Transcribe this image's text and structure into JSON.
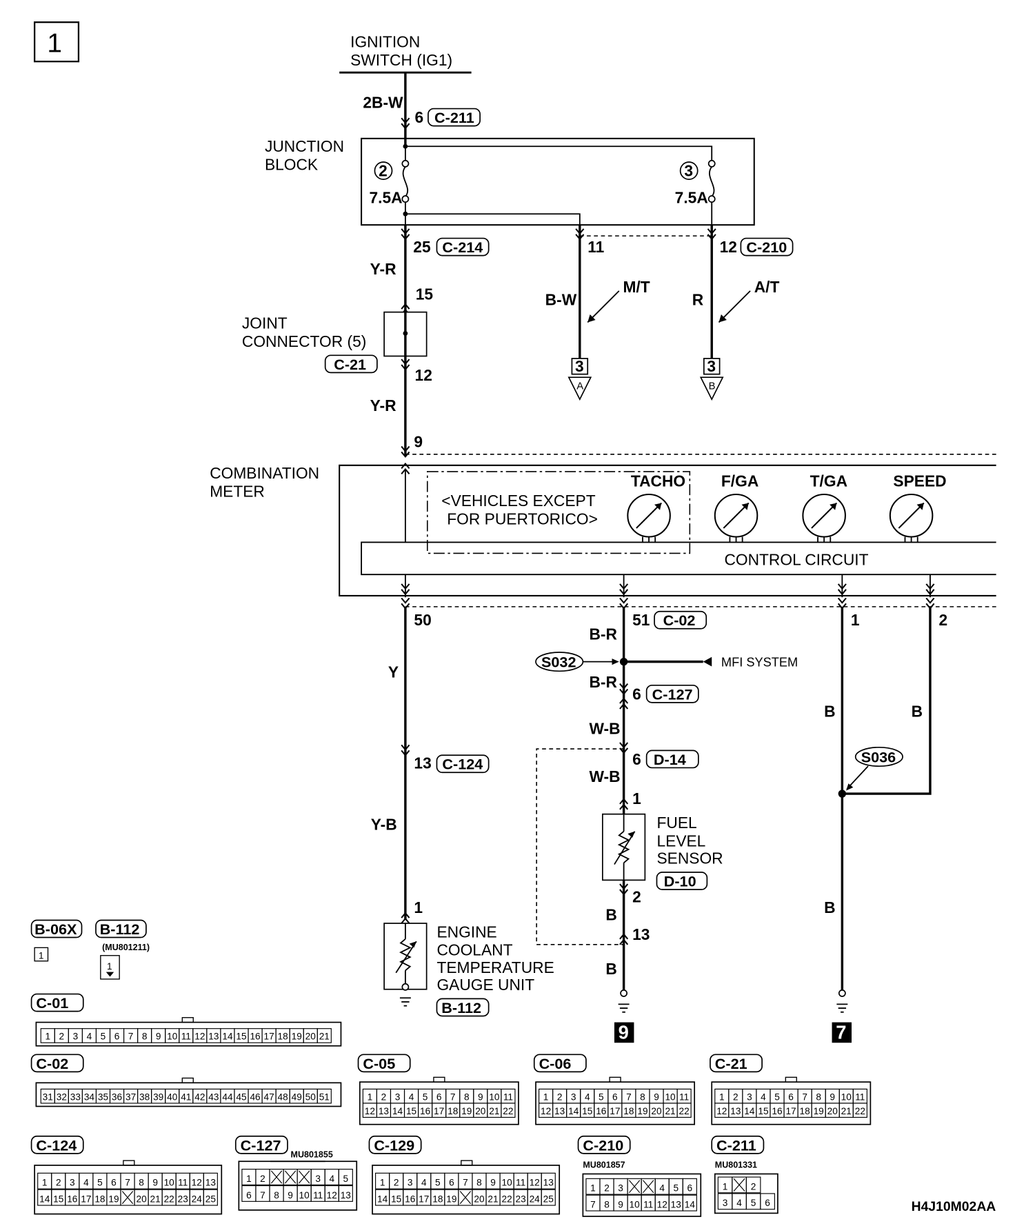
{
  "page_number": "1",
  "drawing_code": "H4J10M02AA",
  "ignition": {
    "line1": "IGNITION",
    "line2": "SWITCH (IG1)"
  },
  "wires": {
    "w_2bw": "2B-W",
    "w_yr1": "Y-R",
    "w_yr2": "Y-R",
    "w_bw": "B-W",
    "w_r": "R",
    "w_y": "Y",
    "w_br1": "B-R",
    "w_br2": "B-R",
    "w_wb1": "W-B",
    "w_wb2": "W-B",
    "w_yb": "Y-B",
    "w_b1": "B",
    "w_b2": "B",
    "w_b3": "B",
    "w_b4": "B",
    "w_b5": "B"
  },
  "pins": {
    "p6a": "6",
    "p25": "25",
    "p11": "11",
    "p12a": "12",
    "p15": "15",
    "p12b": "12",
    "p9": "9",
    "p50": "50",
    "p51": "51",
    "p1a": "1",
    "p2a": "2",
    "p6b": "6",
    "p6c": "6",
    "p13a": "13",
    "p1b": "1",
    "p1c": "1",
    "p2b": "2",
    "p13b": "13"
  },
  "codes": {
    "c211": "C-211",
    "c214": "C-214",
    "c210": "C-210",
    "c21": "C-21",
    "c02": "C-02",
    "c127": "C-127",
    "c124": "C-124",
    "d14": "D-14",
    "d10": "D-10",
    "b112": "B-112"
  },
  "junction": {
    "line1": "JUNCTION",
    "line2": "BLOCK",
    "fuse_left_no": "2",
    "fuse_right_no": "3",
    "fuse_left_amp": "7.5A",
    "fuse_right_amp": "7.5A"
  },
  "joint_connector": {
    "line1": "JOINT",
    "line2": "CONNECTOR (5)"
  },
  "transmission": {
    "mt": "M/T",
    "at": "A/T",
    "page_ref": "3",
    "ref_a": "A",
    "ref_b": "B"
  },
  "meter": {
    "line1": "COMBINATION",
    "line2": "METER",
    "note1": "<VEHICLES EXCEPT",
    "note2": "FOR PUERTORICO>",
    "gauge1": "TACHO",
    "gauge2": "F/GA",
    "gauge3": "T/GA",
    "gauge4": "SPEED",
    "control": "CONTROL CIRCUIT"
  },
  "splices": {
    "s032": "S032",
    "s036": "S036",
    "mfi": "MFI SYSTEM"
  },
  "fuel_sensor": {
    "line1": "FUEL",
    "line2": "LEVEL",
    "line3": "SENSOR"
  },
  "coolant": {
    "line1": "ENGINE",
    "line2": "COOLANT",
    "line3": "TEMPERATURE",
    "line4": "GAUGE UNIT"
  },
  "grounds": {
    "g9": "9",
    "g7": "7"
  },
  "connectors": {
    "b06x": "B-06X",
    "b06x_pin": "1",
    "b112": "B-112",
    "b112_part": "(MU801211)",
    "b112_pin": "1",
    "c01": "C-01",
    "c02": "C-02",
    "c05": "C-05",
    "c06": "C-06",
    "c21": "C-21",
    "c124": "C-124",
    "c127": "C-127",
    "c127_part": "MU801855",
    "c129": "C-129",
    "c210": "C-210",
    "c210_part": "MU801857",
    "c211": "C-211",
    "c211_part": "MU801331"
  },
  "connector_pins": {
    "c01": [
      "1",
      "2",
      "3",
      "4",
      "5",
      "6",
      "7",
      "8",
      "9",
      "10",
      "11",
      "12",
      "13",
      "14",
      "15",
      "16",
      "17",
      "18",
      "19",
      "20",
      "21"
    ],
    "c02": [
      "31",
      "32",
      "33",
      "34",
      "35",
      "36",
      "37",
      "38",
      "39",
      "40",
      "41",
      "42",
      "43",
      "44",
      "45",
      "46",
      "47",
      "48",
      "49",
      "50",
      "51"
    ],
    "c05_top": [
      "1",
      "2",
      "3",
      "4",
      "5",
      "6",
      "7",
      "8",
      "9",
      "10",
      "11"
    ],
    "c05_bot": [
      "12",
      "13",
      "14",
      "15",
      "16",
      "17",
      "18",
      "19",
      "20",
      "21",
      "22"
    ],
    "c06_top": [
      "1",
      "2",
      "3",
      "4",
      "5",
      "6",
      "7",
      "8",
      "9",
      "10",
      "11"
    ],
    "c06_bot": [
      "12",
      "13",
      "14",
      "15",
      "16",
      "17",
      "18",
      "19",
      "20",
      "21",
      "22"
    ],
    "c21_top": [
      "1",
      "2",
      "3",
      "4",
      "5",
      "6",
      "7",
      "8",
      "9",
      "10",
      "11"
    ],
    "c21_bot": [
      "12",
      "13",
      "14",
      "15",
      "16",
      "17",
      "18",
      "19",
      "20",
      "21",
      "22"
    ],
    "c124_top": [
      "1",
      "2",
      "3",
      "4",
      "5",
      "6",
      "7",
      "8",
      "9",
      "10",
      "11",
      "12",
      "13"
    ],
    "c124_bot": [
      "14",
      "15",
      "16",
      "17",
      "18",
      "19",
      "",
      "20",
      "21",
      "22",
      "23",
      "24",
      "25"
    ],
    "c129_top": [
      "1",
      "2",
      "3",
      "4",
      "5",
      "6",
      "7",
      "8",
      "9",
      "10",
      "11",
      "12",
      "13"
    ],
    "c129_bot": [
      "14",
      "15",
      "16",
      "17",
      "18",
      "19",
      "",
      "20",
      "21",
      "22",
      "23",
      "24",
      "25"
    ],
    "c127_top": [
      "1",
      "2",
      "",
      "",
      "",
      "3",
      "4",
      "5"
    ],
    "c127_bot": [
      "6",
      "7",
      "8",
      "9",
      "10",
      "11",
      "12",
      "13"
    ],
    "c210_top": [
      "1",
      "2",
      "3",
      "",
      "",
      "4",
      "5",
      "6"
    ],
    "c210_bot": [
      "7",
      "8",
      "9",
      "10",
      "11",
      "12",
      "13",
      "14"
    ],
    "c211_top": [
      "1",
      "",
      "2"
    ],
    "c211_bot": [
      "3",
      "4",
      "5",
      "6"
    ]
  }
}
